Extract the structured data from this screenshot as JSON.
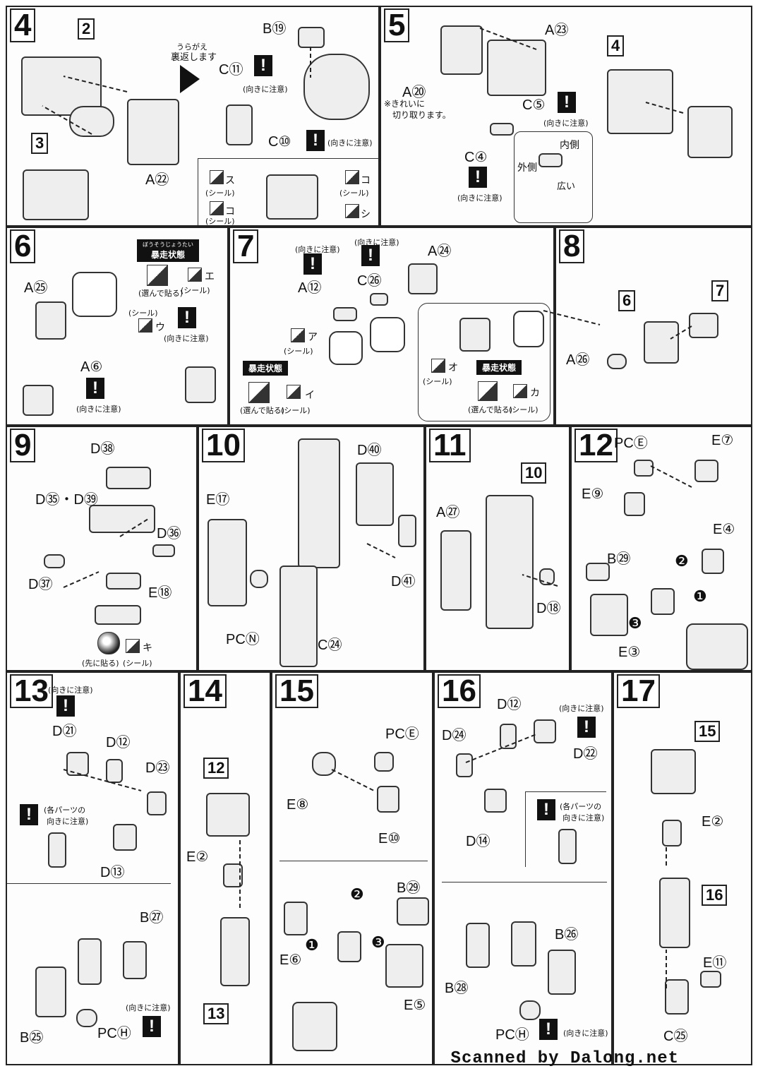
{
  "steps": [
    {
      "num": "4",
      "labels": [
        "A㉒",
        "B⑲",
        "C⑪",
        "C⑩"
      ],
      "refs": [
        "2",
        "3"
      ],
      "note_furi": "うらがえ",
      "note": "裏返します",
      "caution": "(向きに注意)",
      "seals": [
        {
          "code": "ス",
          "text": "(シール)"
        },
        {
          "code": "コ",
          "text": "(シール)"
        },
        {
          "code": "コ",
          "text": "(シール)"
        },
        {
          "code": "シ",
          "text": "(シール)"
        }
      ]
    },
    {
      "num": "5",
      "labels": [
        "A⑳",
        "A㉓",
        "C⑤",
        "C④"
      ],
      "refs": [
        "4"
      ],
      "note": "※きれいに",
      "note2": "切り取ります。",
      "caution": "(向きに注意)",
      "inner": "内側",
      "outer": "外側",
      "wide": "広い"
    },
    {
      "num": "6",
      "labels": [
        "A㉕",
        "A⑥"
      ],
      "badge": "暴走状態",
      "badge_furi": "ぼうそうじょうたい",
      "select": "(選んで貼る)",
      "seal": "(シール)",
      "codes": [
        "エ",
        "ウ"
      ],
      "caution": "(向きに注意)"
    },
    {
      "num": "7",
      "labels": [
        "A⑫",
        "C㉖",
        "A㉔"
      ],
      "badge": "暴走状態",
      "select": "(選んで貼る)",
      "seal": "(シール)",
      "codes": [
        "ア",
        "イ",
        "オ",
        "カ"
      ],
      "caution": "(向きに注意)"
    },
    {
      "num": "8",
      "labels": [
        "A㉖"
      ],
      "refs": [
        "6",
        "7"
      ]
    },
    {
      "num": "9",
      "labels": [
        "D㊳",
        "D㉟・D㊴",
        "D㊱",
        "D㊲",
        "E⑱"
      ],
      "first": "(先に貼る)",
      "seal": "(シール)",
      "code": "キ"
    },
    {
      "num": "10",
      "labels": [
        "E⑰",
        "D㊵",
        "D㊶",
        "PCⓃ",
        "C㉔"
      ]
    },
    {
      "num": "11",
      "labels": [
        "A㉗",
        "D⑱"
      ],
      "refs": [
        "10"
      ]
    },
    {
      "num": "12",
      "labels": [
        "PCⒺ",
        "E⑦",
        "E⑨",
        "B㉙",
        "E④",
        "E③"
      ],
      "order": [
        "❷",
        "❶",
        "❸"
      ]
    },
    {
      "num": "13",
      "labels": [
        "D㉑",
        "D⑫",
        "D㉓",
        "D⑬",
        "B㉗",
        "B㉕",
        "PCⒽ"
      ],
      "caution": "(向きに注意)",
      "each": "(各パーツの",
      "each2": "向きに注意)"
    },
    {
      "num": "14",
      "labels": [
        "E②"
      ],
      "refs": [
        "12",
        "13"
      ]
    },
    {
      "num": "15",
      "labels": [
        "PCⒺ",
        "E⑧",
        "E⑩",
        "B㉙",
        "E⑥",
        "E⑤"
      ],
      "order": [
        "❷",
        "❶",
        "❸"
      ]
    },
    {
      "num": "16",
      "labels": [
        "D⑫",
        "D㉔",
        "D㉒",
        "D⑭",
        "B㉖",
        "B㉘",
        "PCⒽ"
      ],
      "caution": "(向きに注意)",
      "each": "(各パーツの",
      "each2": "向きに注意)"
    },
    {
      "num": "17",
      "labels": [
        "E②",
        "E⑪",
        "C㉕"
      ],
      "refs": [
        "15",
        "16"
      ]
    }
  ],
  "credit": "Scanned by Dalong.net"
}
